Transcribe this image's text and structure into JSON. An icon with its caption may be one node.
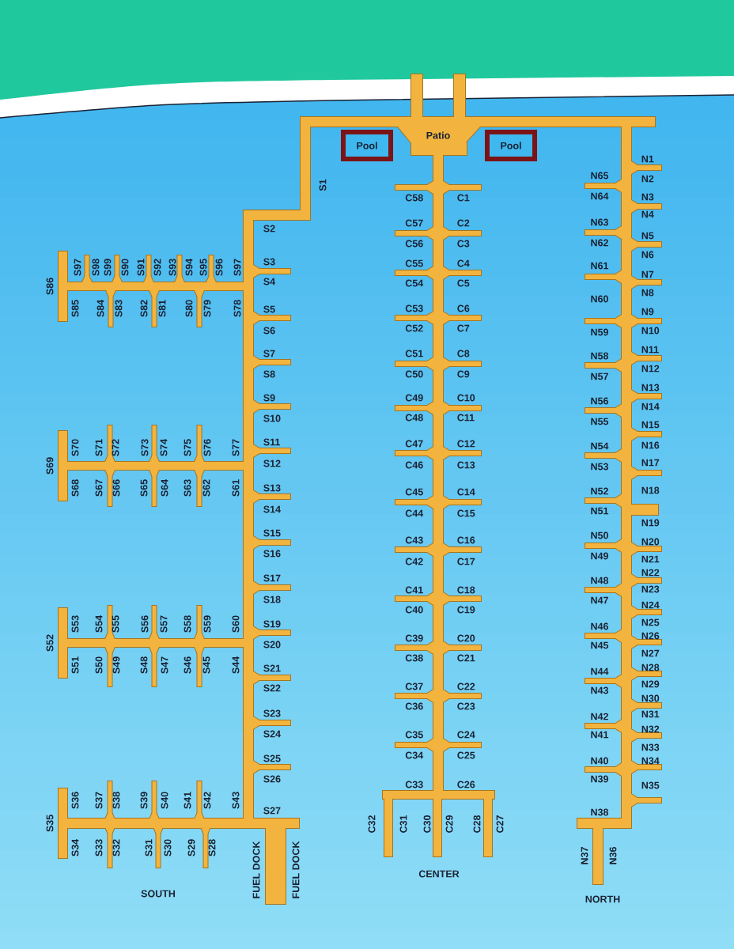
{
  "diagram": {
    "nodes": [
      {
        "text": [
          "Pool"
        ]
      },
      {
        "text": [
          "Patio"
        ]
      },
      {
        "text": [
          "Pool"
        ]
      }
    ],
    "labels": [
      "S1",
      "S2",
      "S3",
      "S4",
      "S5",
      "S6",
      "S7",
      "S8",
      "S9",
      "S10",
      "S11",
      "S12",
      "S13",
      "S14",
      "S15",
      "S16",
      "S17",
      "S18",
      "S19",
      "S20",
      "S21",
      "S22",
      "S23",
      "S24",
      "S25",
      "S26",
      "S27",
      "S86",
      "S97",
      "S98",
      "S99",
      "S90",
      "S91",
      "S92",
      "S93",
      "S94",
      "S95",
      "S96",
      "S97",
      "S85",
      "S84",
      "S83",
      "S82",
      "S81",
      "S80",
      "S79",
      "S78",
      "S69",
      "S70",
      "S71",
      "S72",
      "S73",
      "S74",
      "S75",
      "S76",
      "S77",
      "S68",
      "S67",
      "S66",
      "S65",
      "S64",
      "S63",
      "S62",
      "S61",
      "S52",
      "S53",
      "S54",
      "S55",
      "S56",
      "S57",
      "S58",
      "S59",
      "S60",
      "S51",
      "S50",
      "S49",
      "S48",
      "S47",
      "S46",
      "S45",
      "S44",
      "S35",
      "S36",
      "S37",
      "S38",
      "S39",
      "S40",
      "S41",
      "S42",
      "S43",
      "S34",
      "S33",
      "S32",
      "S31",
      "S30",
      "S29",
      "S28",
      "FUEL DOCK",
      "FUEL DOCK",
      "SOUTH",
      "C58",
      "C1",
      "C57",
      "C2",
      "C56",
      "C3",
      "C55",
      "C4",
      "C54",
      "C5",
      "C53",
      "C6",
      "C52",
      "C7",
      "C51",
      "C8",
      "C50",
      "C9",
      "C49",
      "C10",
      "C48",
      "C11",
      "C47",
      "C12",
      "C46",
      "C13",
      "C45",
      "C14",
      "C44",
      "C15",
      "C43",
      "C16",
      "C42",
      "C17",
      "C41",
      "C18",
      "C40",
      "C19",
      "C39",
      "C20",
      "C38",
      "C21",
      "C37",
      "C22",
      "C36",
      "C23",
      "C35",
      "C24",
      "C34",
      "C25",
      "C33",
      "C26",
      "C32",
      "C31",
      "C30",
      "C29",
      "C28",
      "C27",
      "CENTER",
      "N1",
      "N2",
      "N3",
      "N4",
      "N5",
      "N6",
      "N7",
      "N8",
      "N9",
      "N10",
      "N11",
      "N12",
      "N13",
      "N14",
      "N15",
      "N16",
      "N17",
      "N18",
      "N19",
      "N20",
      "N21",
      "N22",
      "N23",
      "N24",
      "N25",
      "N26",
      "N27",
      "N28",
      "N29",
      "N30",
      "N31",
      "N32",
      "N33",
      "N34",
      "N35",
      "N65",
      "N64",
      "N63",
      "N62",
      "N61",
      "N60",
      "N59",
      "N58",
      "N57",
      "N56",
      "N55",
      "N54",
      "N53",
      "N52",
      "N51",
      "N50",
      "N49",
      "N48",
      "N47",
      "N46",
      "N45",
      "N44",
      "N43",
      "N42",
      "N41",
      "N40",
      "N39",
      "N38",
      "N37",
      "N36",
      "NORTH"
    ]
  }
}
